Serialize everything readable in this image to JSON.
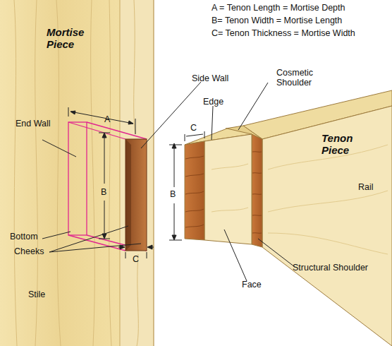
{
  "diagram": {
    "labels": [
      "A = Tenon Length = Mortise Depth",
      "B= Tenon Width = Mortise Length",
      "C= Tenon Thickness = Mortise Width",
      "Mortise Piece",
      "End Wall",
      "A",
      "B",
      "Bottom",
      "Cheeks",
      "C",
      "Stile",
      "Side Wall",
      "Edge",
      "Cosmetic Shoulder",
      "C",
      "B",
      "Tenon Piece",
      "Rail",
      "Face",
      "Structural Shoulder"
    ]
  }
}
